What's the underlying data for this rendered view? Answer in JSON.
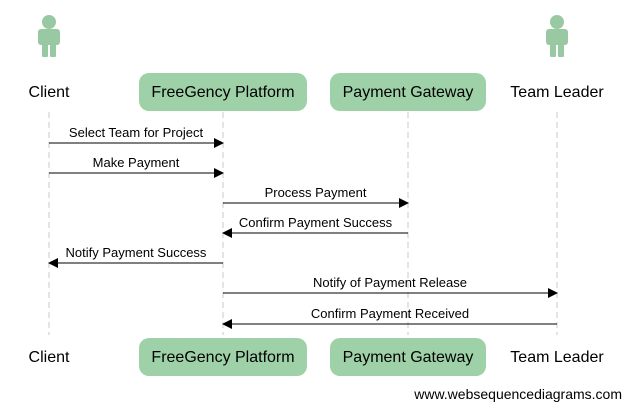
{
  "participants": [
    {
      "kind": "actor",
      "name": "Client"
    },
    {
      "kind": "box",
      "name": "FreeGency Platform"
    },
    {
      "kind": "box",
      "name": "Payment Gateway"
    },
    {
      "kind": "actor",
      "name": "Team Leader"
    }
  ],
  "messages": [
    {
      "from": 0,
      "to": 1,
      "label": "Select Team for Project"
    },
    {
      "from": 0,
      "to": 1,
      "label": "Make Payment"
    },
    {
      "from": 1,
      "to": 2,
      "label": "Process Payment"
    },
    {
      "from": 2,
      "to": 1,
      "label": "Confirm Payment Success"
    },
    {
      "from": 1,
      "to": 0,
      "label": "Notify Payment Success"
    },
    {
      "from": 1,
      "to": 3,
      "label": "Notify of Payment Release"
    },
    {
      "from": 3,
      "to": 1,
      "label": "Confirm Payment Received"
    }
  ],
  "colors": {
    "box_fill": "#9fd1a8",
    "actor_fill": "#98c9a3",
    "lifeline": "#c8c8c8"
  },
  "watermark": "www.websequencediagrams.com"
}
